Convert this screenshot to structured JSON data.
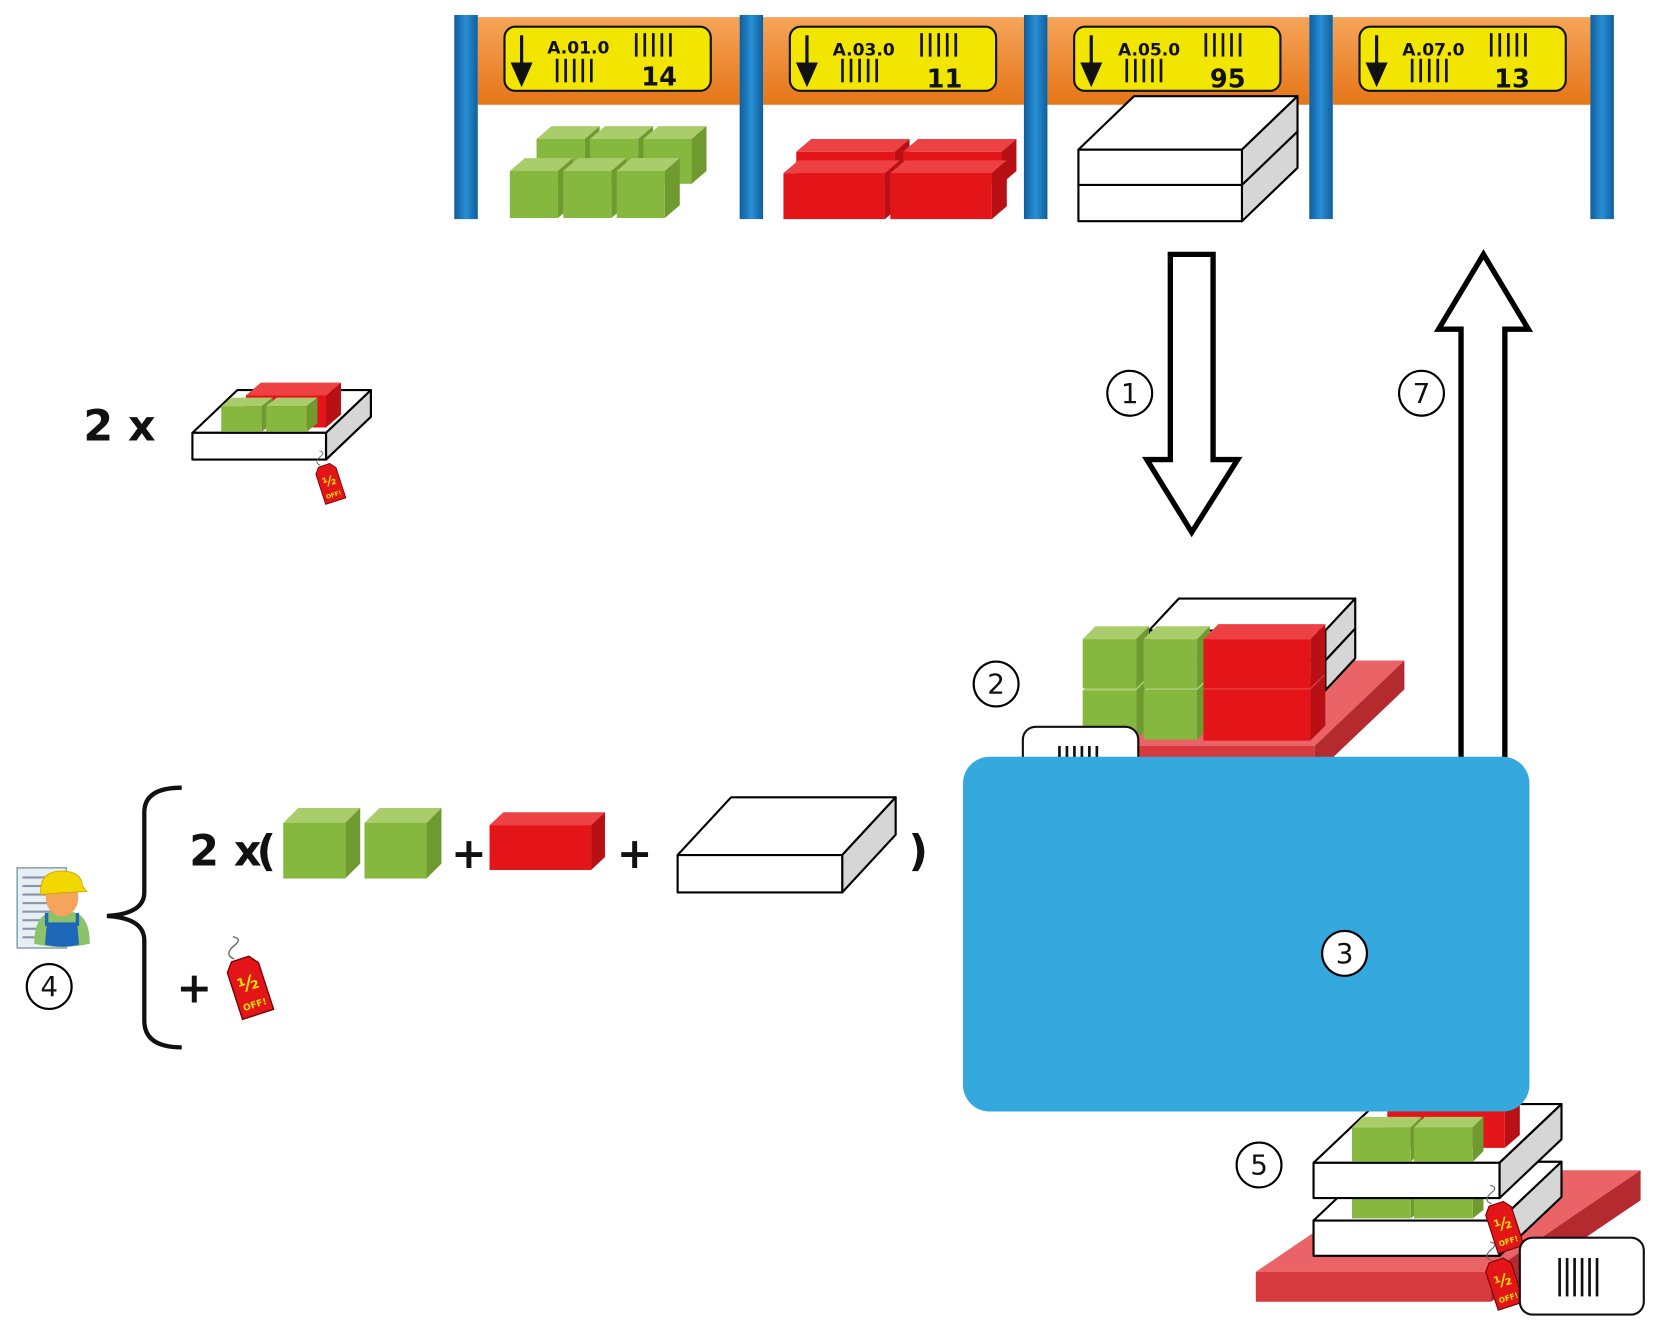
{
  "rack": {
    "slots": [
      {
        "location": "A.01.0",
        "count": "14",
        "contents": "green-cubes"
      },
      {
        "location": "A.03.0",
        "count": "11",
        "contents": "red-boxes"
      },
      {
        "location": "A.05.0",
        "count": "95",
        "contents": "white-trays"
      },
      {
        "location": "A.07.0",
        "count": "13",
        "contents": "empty"
      }
    ]
  },
  "steps": {
    "s1": "1",
    "s2": "2",
    "s3": "3",
    "s4": "4",
    "s5": "5",
    "s7": "7"
  },
  "kit": {
    "multiplier": "2 x"
  },
  "recipe": {
    "multiplier": "2 x",
    "open_paren": "(",
    "close_paren": ")",
    "plus": "+",
    "plus2": "+",
    "plus3": "+"
  },
  "colors": {
    "green": "#8dbf45",
    "red": "#e31519",
    "orange_beam": "#f28a2e",
    "label_yellow": "#f2e600",
    "pole_blue": "#1a73b8",
    "work_area_blue": "#35a8de",
    "pallet_red": "#e0464a"
  },
  "icons": [
    "arrow-down-icon",
    "arrow-up-icon",
    "barcode-icon",
    "worker-icon",
    "document-icon",
    "price-tag-half-off-icon"
  ]
}
